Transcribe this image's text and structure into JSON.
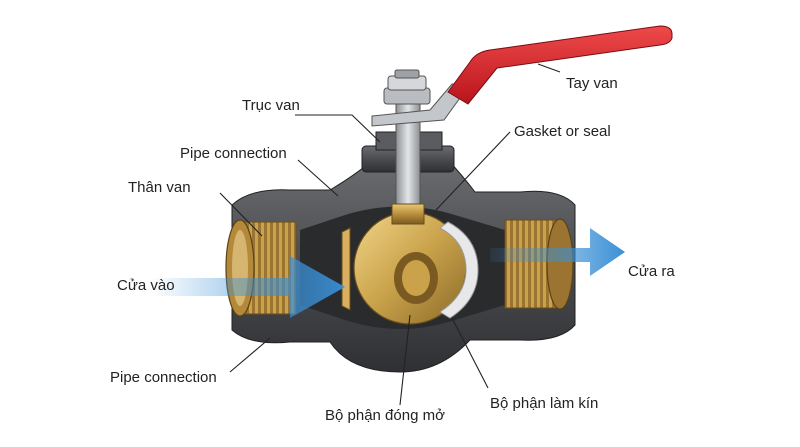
{
  "labels": {
    "handle": "Tay van",
    "stem": "Trục van",
    "pipe_connection_top": "Pipe connection",
    "gasket": "Gasket or seal",
    "body": "Thân van",
    "inlet": "Cửa vào",
    "outlet": "Cửa ra",
    "pipe_connection_bottom": "Pipe connection",
    "seat": "Bộ phận làm kín",
    "ball": "Bộ phận đóng mở"
  },
  "colors": {
    "handle_grip": "#d8202a",
    "stem_metal": "#b9bcc0",
    "body_shell": "#4a4c4f",
    "brass": "#c9a24a",
    "brass_dark": "#8a6a2a",
    "flow_arrow": "#3a8fd6",
    "seal": "#e8e8ea"
  }
}
